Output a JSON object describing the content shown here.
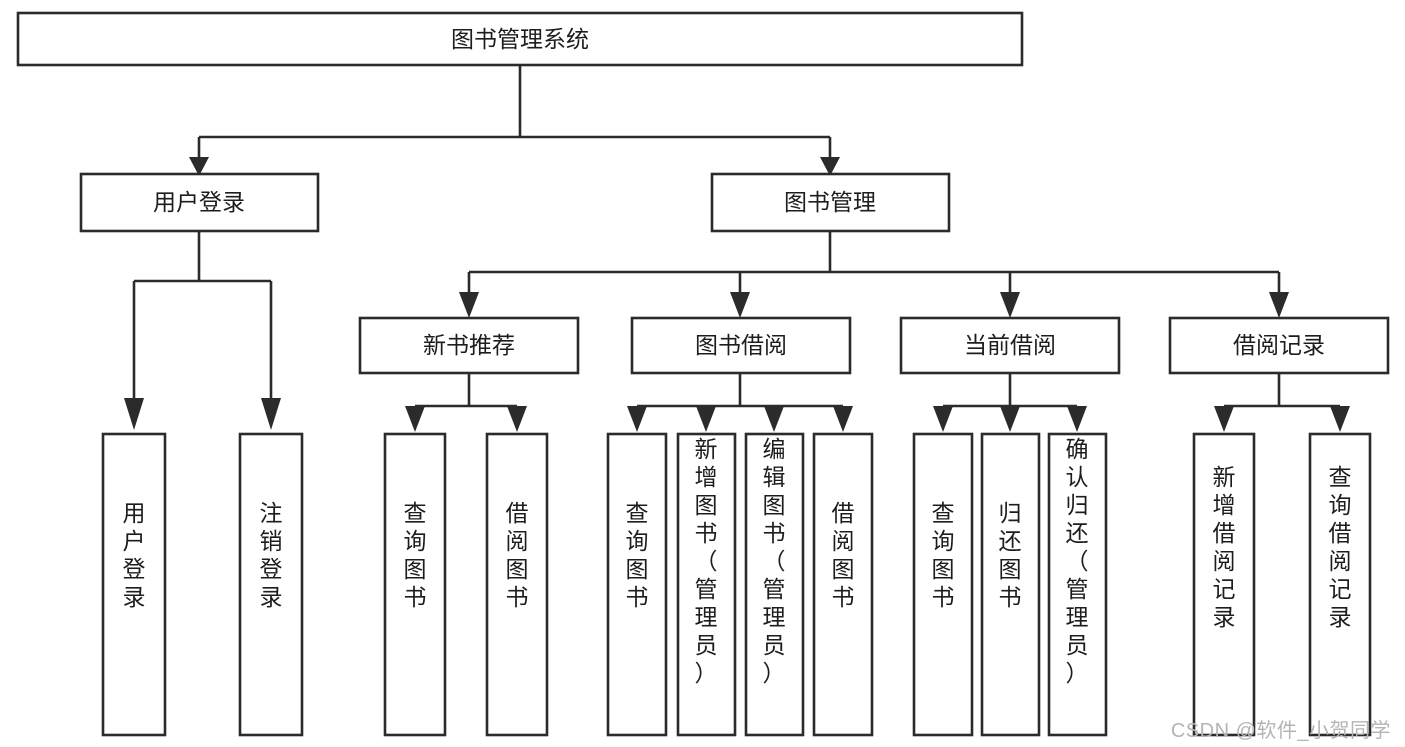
{
  "diagram": {
    "type": "tree-hierarchy",
    "title": "图书管理系统",
    "watermark": "CSDN @软件_小贺同学",
    "colors": {
      "box_fill": "#ffffff",
      "box_stroke": "#2b2b2b",
      "text": "#1d1d1d",
      "background": "#ffffff",
      "watermark": "#b4b4b4"
    },
    "levels": {
      "root": {
        "label": "图书管理系统",
        "orientation": "horizontal"
      },
      "level1": [
        {
          "id": "user-login",
          "label": "用户登录",
          "orientation": "horizontal"
        },
        {
          "id": "book-management",
          "label": "图书管理",
          "orientation": "horizontal"
        }
      ],
      "level2": [
        {
          "id": "new-book-recommend",
          "label": "新书推荐",
          "orientation": "horizontal",
          "parent": "book-management"
        },
        {
          "id": "book-borrow",
          "label": "图书借阅",
          "orientation": "horizontal",
          "parent": "book-management"
        },
        {
          "id": "current-borrow",
          "label": "当前借阅",
          "orientation": "horizontal",
          "parent": "book-management"
        },
        {
          "id": "borrow-record",
          "label": "借阅记录",
          "orientation": "horizontal",
          "parent": "book-management"
        }
      ],
      "leaves": [
        {
          "id": "leaf-user-login",
          "label": "用户登录",
          "orientation": "vertical",
          "parent": "user-login"
        },
        {
          "id": "leaf-logout",
          "label": "注销登录",
          "orientation": "vertical",
          "parent": "user-login"
        },
        {
          "id": "leaf-query-book-1",
          "label": "查询图书",
          "orientation": "vertical",
          "parent": "new-book-recommend"
        },
        {
          "id": "leaf-borrow-book-1",
          "label": "借阅图书",
          "orientation": "vertical",
          "parent": "new-book-recommend"
        },
        {
          "id": "leaf-query-book-2",
          "label": "查询图书",
          "orientation": "vertical",
          "parent": "book-borrow"
        },
        {
          "id": "leaf-add-book",
          "label": "新增图书（管理员）",
          "orientation": "vertical",
          "parent": "book-borrow"
        },
        {
          "id": "leaf-edit-book",
          "label": "编辑图书（管理员）",
          "orientation": "vertical",
          "parent": "book-borrow"
        },
        {
          "id": "leaf-borrow-book-2",
          "label": "借阅图书",
          "orientation": "vertical",
          "parent": "book-borrow"
        },
        {
          "id": "leaf-query-book-3",
          "label": "查询图书",
          "orientation": "vertical",
          "parent": "current-borrow"
        },
        {
          "id": "leaf-return-book",
          "label": "归还图书",
          "orientation": "vertical",
          "parent": "current-borrow"
        },
        {
          "id": "leaf-confirm-return",
          "label": "确认归还（管理员）",
          "orientation": "vertical",
          "parent": "current-borrow"
        },
        {
          "id": "leaf-add-record",
          "label": "新增借阅记录",
          "orientation": "vertical",
          "parent": "borrow-record"
        },
        {
          "id": "leaf-query-record",
          "label": "查询借阅记录",
          "orientation": "vertical",
          "parent": "borrow-record"
        }
      ]
    }
  }
}
